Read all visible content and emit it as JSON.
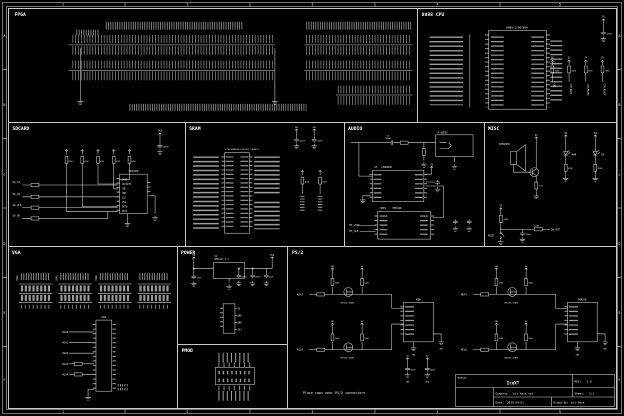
{
  "frame": {
    "columns": [
      "1",
      "2",
      "3",
      "4",
      "5"
    ],
    "rows": [
      "A",
      "B",
      "C",
      "D",
      "E",
      "F"
    ]
  },
  "sections": {
    "fpga": {
      "title": "FPGA"
    },
    "cpu": {
      "title": "8088 CPU",
      "chip": "8088-2/80C88A",
      "rail5": "5V",
      "cap": "100nF",
      "res": "10k0",
      "pulls": [
        "GND",
        "CPU_BOOT",
        "CPU_MN/MX",
        "CPU_READY"
      ]
    },
    "sdcard": {
      "title": "SDCARD",
      "conn": "SDCARD",
      "rail": "3V3",
      "cap": "100nF",
      "pullup": "47k0",
      "signals": [
        "SD_CS",
        "SD_DI",
        "SD_CLK",
        "SD_DO"
      ],
      "pins": [
        "DAT2",
        "CD/DAT3",
        "CMD",
        "VDD",
        "CLK",
        "VSS",
        "DAT0",
        "DAT1"
      ]
    },
    "sram": {
      "title": "SRAM",
      "chip": "CY62148EV30LL-45ZSXI_C386070",
      "rail": "3V3",
      "cap": "100nF",
      "res": "10k0"
    },
    "audio": {
      "title": "AUDIO",
      "amp_ref": "U5",
      "amp": "LM4864MX",
      "dac_ref": "COMP1",
      "dac": "YM3014B",
      "cap_ref": "C12",
      "cap_val": "100uF",
      "jack": "P-AUDIO",
      "sig_load": "TM_LOAD",
      "sig_clk": "TM_CLK",
      "rail": "5V"
    },
    "misc": {
      "title": "MISC",
      "speaker": "SPEAKER",
      "spk_res": "1k0",
      "led1": "PWR",
      "led2": "SD",
      "led_res": "470R",
      "rail5": "5V",
      "rail3": "3V3",
      "reset_pull": "10k0",
      "reset_series": "470R",
      "reset_net": "SW_RST",
      "reset_sw": "RESET",
      "cap": "100nF"
    },
    "vga": {
      "title": "VGA",
      "conn": "VGA",
      "signals": [
        "VGA0",
        "VGA1",
        "VGA2",
        "VGA3",
        "VGA4"
      ],
      "ladder": [
        "VGA2",
        "VGA1",
        "VGA0"
      ]
    },
    "power": {
      "title": "POWER",
      "reg_ref": "U4",
      "reg": "AMS1117-3.3",
      "rail_in": "5V",
      "rail_out": "3V3",
      "cap_in": "10uF",
      "caps": [
        "100nF",
        "100nF",
        "10uF"
      ],
      "conn_pins": [
        "5V",
        "GND",
        "GND",
        "3V3"
      ]
    },
    "pmod": {
      "title": "PMOD"
    },
    "ps2": {
      "title": "PS/2",
      "kbd": "KBD",
      "mouse": "MOUSE",
      "sig_kdat": "KDAT",
      "sig_kclk": "KCLK",
      "sig_mdat": "MDAT",
      "sig_mclk": "MCLK",
      "mosfet": "BSS138_C52895",
      "pull": "1k80",
      "cap": "100nF",
      "rail5": "5V",
      "rail3": "3V3",
      "gnd": "GND",
      "note": "Place caps near PS/2 connectors"
    }
  },
  "title_block": {
    "title_label": "TITLE:",
    "title": "IceXT",
    "rev_label": "REV:",
    "rev": "1.0",
    "company_label": "Company:",
    "company": "bit-hack.net",
    "sheet_label": "Sheet:",
    "sheet": "1/1",
    "date_label": "Date:",
    "date": "2025-04-01",
    "drawn_label": "Drawn By:",
    "drawn": "bit-hack"
  }
}
